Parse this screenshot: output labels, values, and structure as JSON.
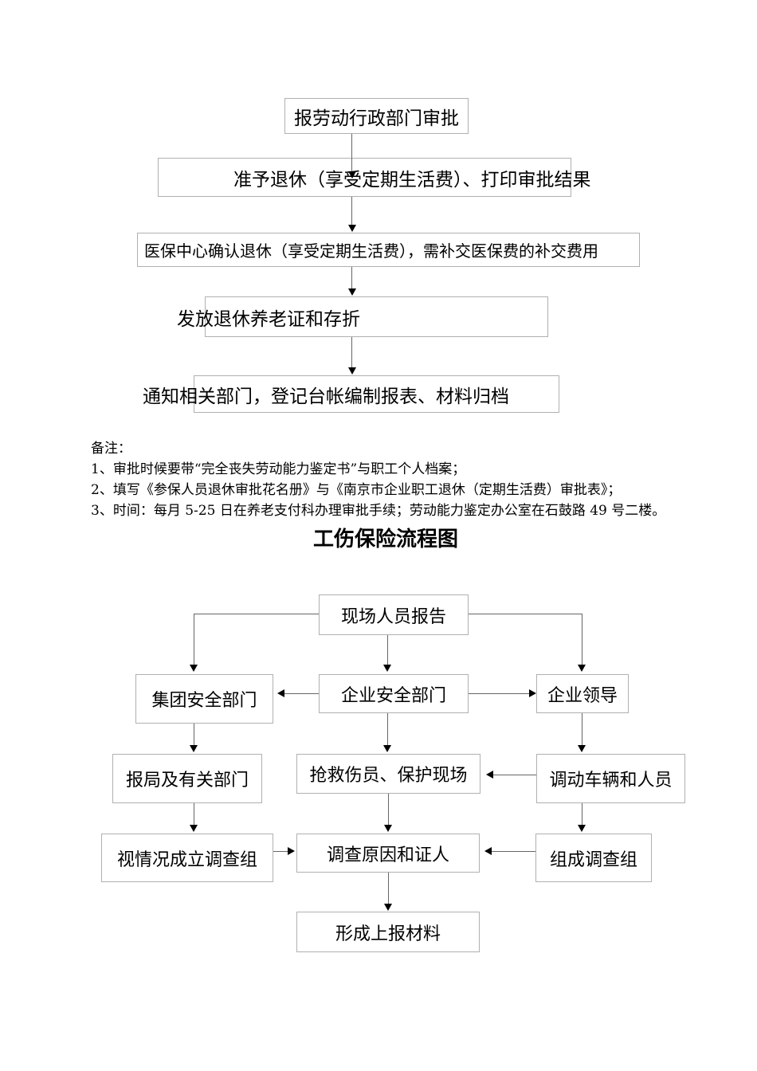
{
  "page": {
    "background": "#ffffff"
  },
  "colors": {
    "box_border": "#b0b0b0",
    "connector_line": "#666666",
    "arrowhead": "#000000",
    "text": "#000000"
  },
  "flow1": {
    "nodes": [
      {
        "label": "报劳动行政部门审批"
      },
      {
        "label": "准予退休（享受定期生活费）、打印审批结果"
      },
      {
        "label": "医保中心确认退休（享受定期生活费），需补交医保费的补交费用"
      },
      {
        "label": "发放退休养老证和存折"
      },
      {
        "label": "通知相关部门，登记台帐编制报表、材料归档"
      }
    ]
  },
  "notes": {
    "heading": "备注：",
    "items": [
      "1、审批时候要带“完全丧失劳动能力鉴定书”与职工个人档案；",
      "2、填写《参保人员退休审批花名册》与《南京市企业职工退休（定期生活费）审批表》；",
      "3、时间：每月 5-25 日在养老支付科办理审批手续；劳动能力鉴定办公室在石鼓路 49 号二楼。"
    ]
  },
  "section_title": "工伤保险流程图",
  "flow2": {
    "nodes": [
      {
        "label": "现场人员报告"
      },
      {
        "label": "集团安全部门"
      },
      {
        "label": "企业安全部门"
      },
      {
        "label": "企业领导"
      },
      {
        "label": "报局及有关部门"
      },
      {
        "label": "抢救伤员、保护现场"
      },
      {
        "label": "调动车辆和人员"
      },
      {
        "label": "视情况成立调查组"
      },
      {
        "label": "调查原因和证人"
      },
      {
        "label": "组成调查组"
      },
      {
        "label": "形成上报材料"
      }
    ]
  }
}
